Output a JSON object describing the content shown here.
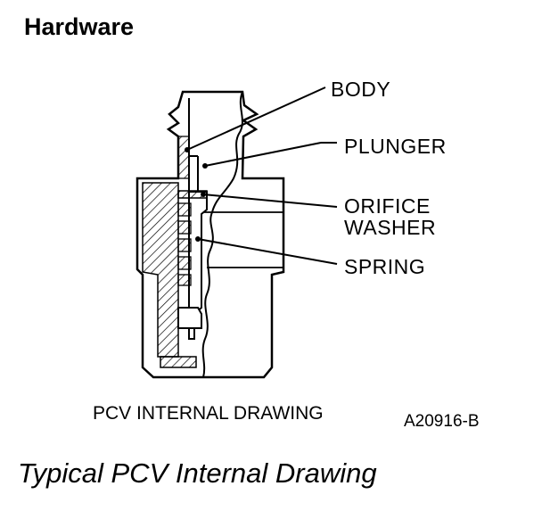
{
  "section": {
    "title": "Hardware"
  },
  "callouts": {
    "body": "BODY",
    "plunger": "PLUNGER",
    "orifice_line1": "ORIFICE",
    "orifice_line2": "WASHER",
    "spring": "SPRING"
  },
  "drawing_label": "PCV INTERNAL DRAWING",
  "figure_code": "A20916-B",
  "caption": "Typical PCV Internal Drawing"
}
